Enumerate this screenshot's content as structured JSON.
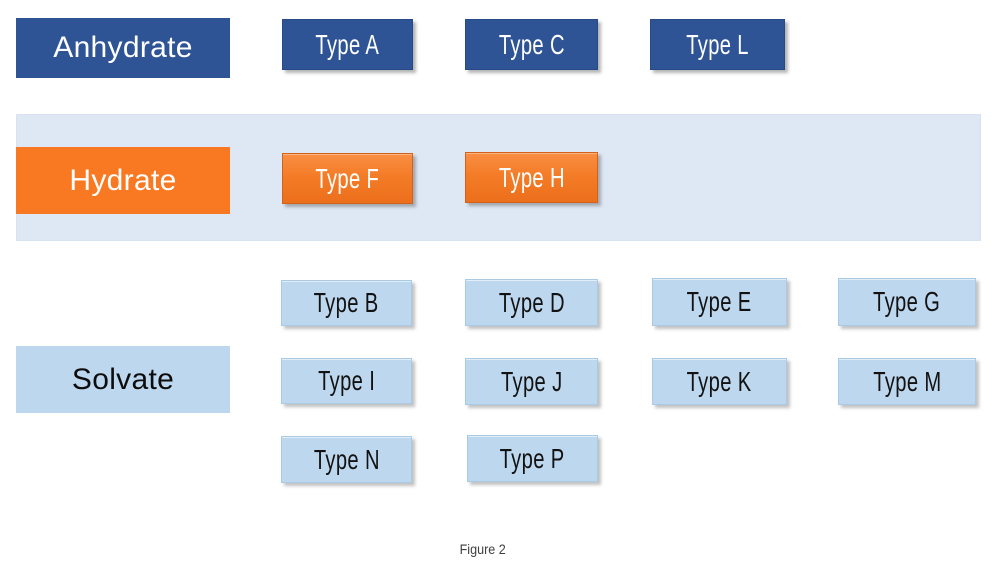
{
  "figure": {
    "caption": "Figure 2"
  },
  "anhydrate": {
    "label": "Anhydrate",
    "types": [
      "Type A",
      "Type C",
      "Type L"
    ]
  },
  "hydrate": {
    "label": "Hydrate",
    "types": [
      "Type F",
      "Type H"
    ]
  },
  "solvate": {
    "label": "Solvate",
    "rows": [
      [
        "Type B",
        "Type D",
        "Type E",
        "Type G"
      ],
      [
        "Type I",
        "Type J",
        "Type K",
        "Type M"
      ],
      [
        "Type N",
        "Type P"
      ]
    ]
  },
  "colors": {
    "anhydrate_blue": "#2E5496",
    "hydrate_orange": "#F97822",
    "solvate_light_blue": "#BDD7EE",
    "band_blue": "#DEE8F4",
    "caption_gray": "#3F3F3F"
  }
}
